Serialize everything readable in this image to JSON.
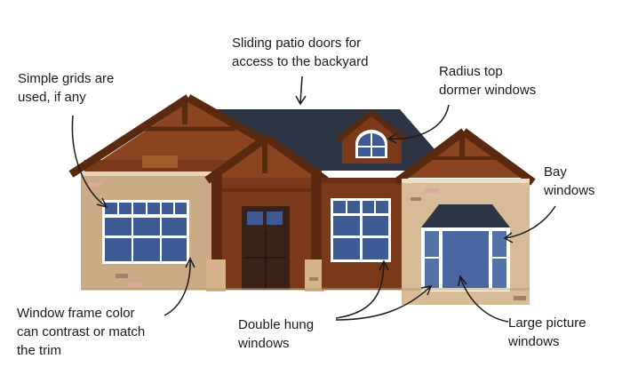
{
  "annotations": {
    "patio_doors": [
      "Sliding patio doors for",
      "access to the backyard"
    ],
    "radius_top": [
      "Radius top",
      "dormer windows"
    ],
    "simple_grids": [
      "Simple grids are",
      "used, if any"
    ],
    "bay_windows": [
      "Bay",
      "windows"
    ],
    "frame_color": [
      "Window frame color",
      "can contrast or match",
      "the trim"
    ],
    "double_hung": [
      "Double hung",
      "windows"
    ],
    "picture_windows": [
      "Large picture",
      "windows"
    ]
  },
  "colors": {
    "roof": "#2d3444",
    "wood": "#7a3a1a",
    "trim": "#5a2a10",
    "wall_left": "#c9ab86",
    "wall_right": "#d8bc98",
    "glass": "#3e5a94",
    "glass_light": "#5173a8",
    "frame": "#ffffff",
    "door": "#3a2218"
  }
}
